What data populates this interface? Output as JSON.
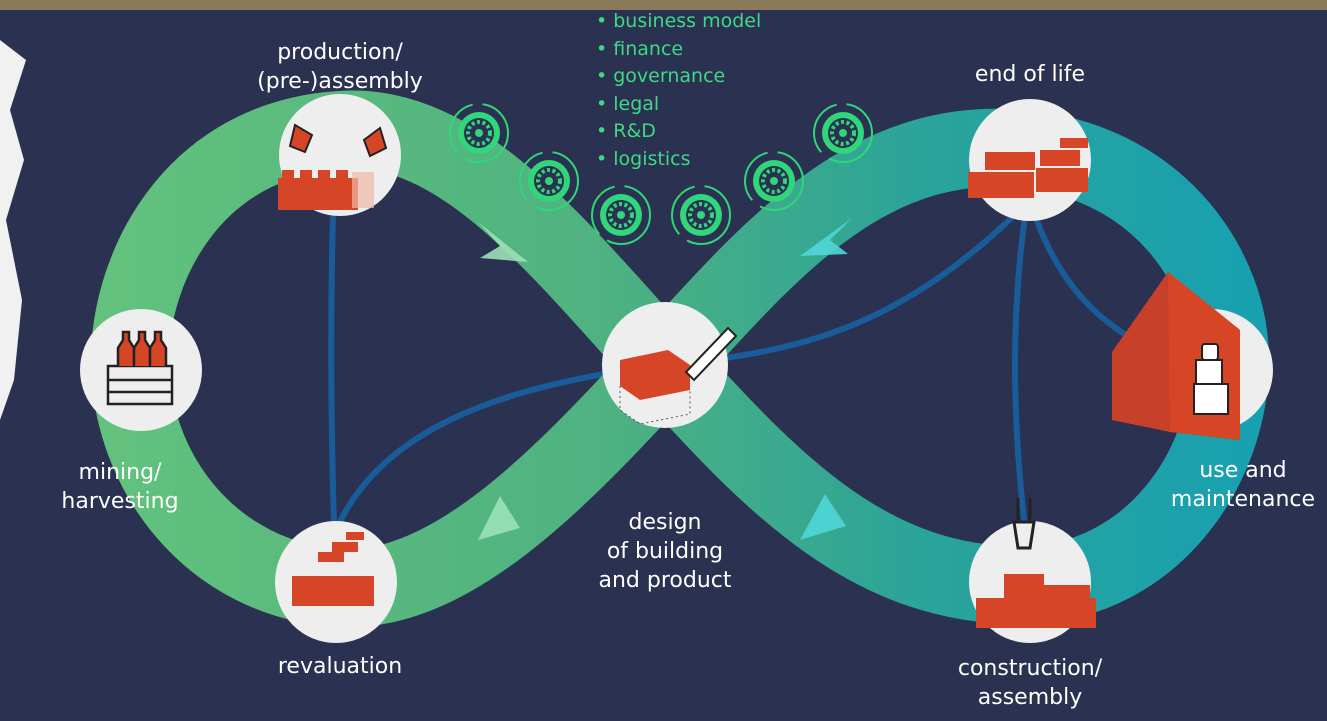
{
  "labels": {
    "production": [
      "production/",
      "(pre-)assembly"
    ],
    "end_of_life": [
      "end of life"
    ],
    "mining": [
      "mining/",
      "harvesting"
    ],
    "revaluation": [
      "revaluation"
    ],
    "design": [
      "design",
      "of building",
      "and product"
    ],
    "use": [
      "use and",
      "maintenance"
    ],
    "construction": [
      "construction/",
      "assembly"
    ]
  },
  "aspects": [
    "business model",
    "finance",
    "governance",
    "legal",
    "R&D",
    "logistics"
  ],
  "icons": {
    "production": "paint-bottles-and-brick-icon",
    "end_of_life": "stacked-bricks-icon",
    "mining": "bottles-crate-icon",
    "revaluation": "bricks-icon",
    "design": "brick-with-pencil-icon",
    "use": "house-and-figure-icon",
    "construction": "crane-hook-bricks-icon",
    "cycle": "circular-economy-icon"
  },
  "colors": {
    "background": "#2b3150",
    "loop_green": "#5ab87c",
    "loop_teal": "#1c9aa8",
    "connector": "#1a5c9a",
    "brick": "#d64526",
    "accent_text": "#3ed984"
  }
}
